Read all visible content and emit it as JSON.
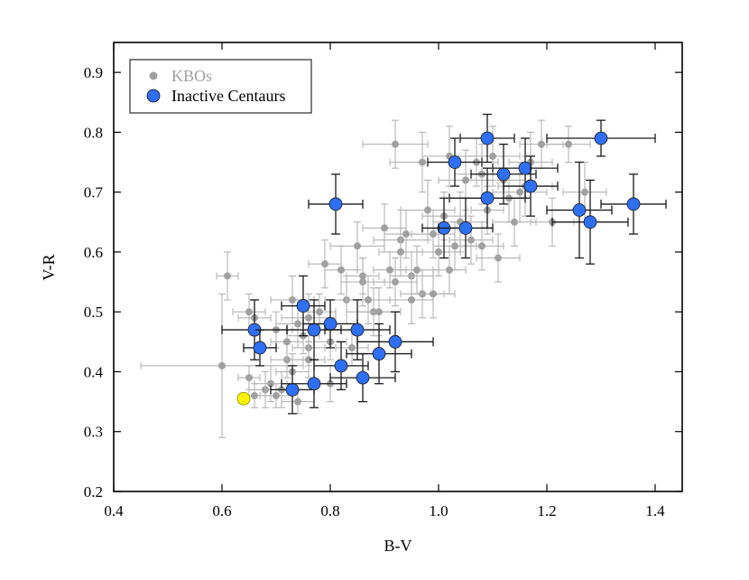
{
  "chart_data": {
    "type": "scatter",
    "xlabel": "B-V",
    "ylabel": "V-R",
    "xlim": [
      0.4,
      1.45
    ],
    "ylim": [
      0.2,
      0.95
    ],
    "xticks": [
      "0.4",
      "0.6",
      "0.8",
      "1.0",
      "1.2",
      "1.4"
    ],
    "yticks": [
      "0.2",
      "0.3",
      "0.4",
      "0.5",
      "0.6",
      "0.7",
      "0.8",
      "0.9"
    ],
    "grid": false,
    "legend_position": "top-left",
    "colors": {
      "kbo": "#a0a0a0",
      "centaur": "#2f6ff2",
      "centaur_edge": "#1a1a1a",
      "centaur_err": "#1a1a1a",
      "highlight": "#fff200",
      "highlight_edge": "#8a8a00"
    },
    "series": [
      {
        "name": "KBOs",
        "points": [
          [
            0.61,
            0.56,
            0.02,
            0.04
          ],
          [
            0.6,
            0.41,
            0.15,
            0.12
          ],
          [
            0.65,
            0.5,
            0.03,
            0.03
          ],
          [
            0.66,
            0.49,
            0.03,
            0.03
          ],
          [
            0.65,
            0.39,
            0.02,
            0.02
          ],
          [
            0.66,
            0.36,
            0.02,
            0.02
          ],
          [
            0.68,
            0.37,
            0.03,
            0.03
          ],
          [
            0.69,
            0.38,
            0.03,
            0.03
          ],
          [
            0.7,
            0.36,
            0.03,
            0.02
          ],
          [
            0.71,
            0.37,
            0.03,
            0.03
          ],
          [
            0.72,
            0.42,
            0.03,
            0.03
          ],
          [
            0.73,
            0.4,
            0.03,
            0.03
          ],
          [
            0.73,
            0.52,
            0.04,
            0.04
          ],
          [
            0.74,
            0.48,
            0.04,
            0.04
          ],
          [
            0.75,
            0.46,
            0.03,
            0.03
          ],
          [
            0.76,
            0.44,
            0.03,
            0.03
          ],
          [
            0.76,
            0.49,
            0.05,
            0.04
          ],
          [
            0.78,
            0.5,
            0.03,
            0.03
          ],
          [
            0.79,
            0.58,
            0.03,
            0.04
          ],
          [
            0.8,
            0.45,
            0.03,
            0.03
          ],
          [
            0.82,
            0.57,
            0.03,
            0.04
          ],
          [
            0.83,
            0.52,
            0.04,
            0.04
          ],
          [
            0.85,
            0.61,
            0.05,
            0.04
          ],
          [
            0.86,
            0.55,
            0.04,
            0.04
          ],
          [
            0.86,
            0.56,
            0.03,
            0.03
          ],
          [
            0.87,
            0.52,
            0.04,
            0.04
          ],
          [
            0.88,
            0.5,
            0.05,
            0.04
          ],
          [
            0.9,
            0.64,
            0.04,
            0.04
          ],
          [
            0.91,
            0.57,
            0.03,
            0.03
          ],
          [
            0.92,
            0.55,
            0.04,
            0.04
          ],
          [
            0.93,
            0.62,
            0.05,
            0.05
          ],
          [
            0.94,
            0.63,
            0.04,
            0.04
          ],
          [
            0.95,
            0.56,
            0.04,
            0.04
          ],
          [
            0.96,
            0.57,
            0.04,
            0.04
          ],
          [
            0.97,
            0.75,
            0.06,
            0.05
          ],
          [
            0.92,
            0.78,
            0.06,
            0.04
          ],
          [
            0.98,
            0.67,
            0.05,
            0.05
          ],
          [
            0.99,
            0.63,
            0.04,
            0.04
          ],
          [
            1.0,
            0.6,
            0.04,
            0.04
          ],
          [
            1.01,
            0.66,
            0.04,
            0.04
          ],
          [
            1.02,
            0.76,
            0.05,
            0.05
          ],
          [
            1.03,
            0.61,
            0.04,
            0.04
          ],
          [
            1.04,
            0.65,
            0.05,
            0.05
          ],
          [
            1.05,
            0.72,
            0.05,
            0.05
          ],
          [
            1.06,
            0.62,
            0.04,
            0.04
          ],
          [
            1.07,
            0.75,
            0.04,
            0.04
          ],
          [
            1.08,
            0.73,
            0.05,
            0.05
          ],
          [
            1.08,
            0.61,
            0.04,
            0.04
          ],
          [
            1.09,
            0.67,
            0.03,
            0.04
          ],
          [
            1.1,
            0.76,
            0.05,
            0.05
          ],
          [
            1.11,
            0.59,
            0.04,
            0.04
          ],
          [
            1.12,
            0.72,
            0.04,
            0.04
          ],
          [
            1.13,
            0.69,
            0.04,
            0.04
          ],
          [
            1.14,
            0.65,
            0.04,
            0.04
          ],
          [
            1.15,
            0.7,
            0.05,
            0.05
          ],
          [
            1.16,
            0.71,
            0.05,
            0.05
          ],
          [
            1.17,
            0.75,
            0.04,
            0.05
          ],
          [
            1.19,
            0.78,
            0.04,
            0.04
          ],
          [
            1.24,
            0.78,
            0.04,
            0.03
          ],
          [
            1.21,
            0.65,
            0.04,
            0.04
          ],
          [
            1.27,
            0.7,
            0.04,
            0.05
          ],
          [
            0.7,
            0.47,
            0.03,
            0.03
          ],
          [
            0.76,
            0.42,
            0.03,
            0.03
          ],
          [
            0.8,
            0.38,
            0.03,
            0.03
          ],
          [
            0.84,
            0.44,
            0.03,
            0.03
          ],
          [
            0.89,
            0.5,
            0.04,
            0.04
          ],
          [
            0.95,
            0.52,
            0.04,
            0.04
          ],
          [
            0.97,
            0.53,
            0.04,
            0.04
          ],
          [
            0.99,
            0.53,
            0.04,
            0.04
          ],
          [
            1.02,
            0.57,
            0.03,
            0.04
          ],
          [
            0.93,
            0.6,
            0.04,
            0.04
          ],
          [
            0.74,
            0.35,
            0.03,
            0.02
          ],
          [
            0.72,
            0.45,
            0.03,
            0.03
          ]
        ]
      },
      {
        "name": "Inactive Centaurs",
        "points": [
          [
            0.66,
            0.47,
            0.06,
            0.05
          ],
          [
            0.67,
            0.44,
            0.03,
            0.03
          ],
          [
            0.73,
            0.37,
            0.04,
            0.04
          ],
          [
            0.75,
            0.51,
            0.04,
            0.05
          ],
          [
            0.77,
            0.47,
            0.05,
            0.05
          ],
          [
            0.77,
            0.38,
            0.06,
            0.04
          ],
          [
            0.8,
            0.48,
            0.05,
            0.04
          ],
          [
            0.81,
            0.68,
            0.05,
            0.05
          ],
          [
            0.82,
            0.41,
            0.05,
            0.04
          ],
          [
            0.85,
            0.47,
            0.06,
            0.05
          ],
          [
            0.86,
            0.39,
            0.06,
            0.04
          ],
          [
            0.89,
            0.43,
            0.06,
            0.05
          ],
          [
            0.92,
            0.45,
            0.07,
            0.05
          ],
          [
            1.01,
            0.64,
            0.04,
            0.05
          ],
          [
            1.03,
            0.75,
            0.05,
            0.04
          ],
          [
            1.05,
            0.64,
            0.05,
            0.05
          ],
          [
            1.09,
            0.79,
            0.05,
            0.04
          ],
          [
            1.09,
            0.69,
            0.07,
            0.05
          ],
          [
            1.12,
            0.73,
            0.06,
            0.05
          ],
          [
            1.16,
            0.74,
            0.06,
            0.05
          ],
          [
            1.17,
            0.71,
            0.05,
            0.05
          ],
          [
            1.26,
            0.67,
            0.06,
            0.08
          ],
          [
            1.28,
            0.65,
            0.07,
            0.07
          ],
          [
            1.3,
            0.79,
            0.1,
            0.03
          ],
          [
            1.36,
            0.68,
            0.06,
            0.05
          ]
        ]
      },
      {
        "name": "",
        "points": [
          [
            0.64,
            0.355,
            0,
            0
          ]
        ]
      }
    ]
  }
}
